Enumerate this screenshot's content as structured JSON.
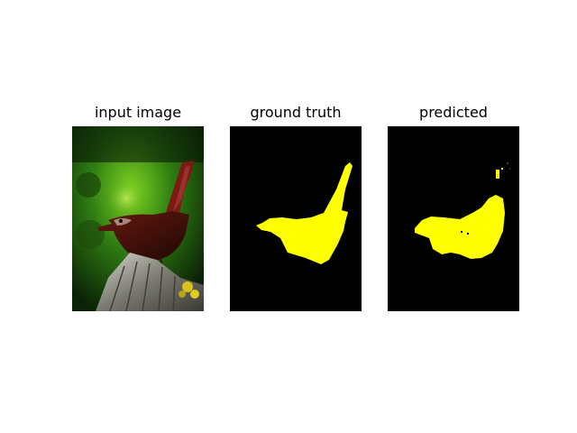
{
  "panels": {
    "input": {
      "title": "input image"
    },
    "ground_truth": {
      "title": "ground truth"
    },
    "predicted": {
      "title": "predicted"
    }
  },
  "colors": {
    "mask_foreground": "#ffff00",
    "mask_background": "#000000",
    "figure_background": "#ffffff"
  }
}
